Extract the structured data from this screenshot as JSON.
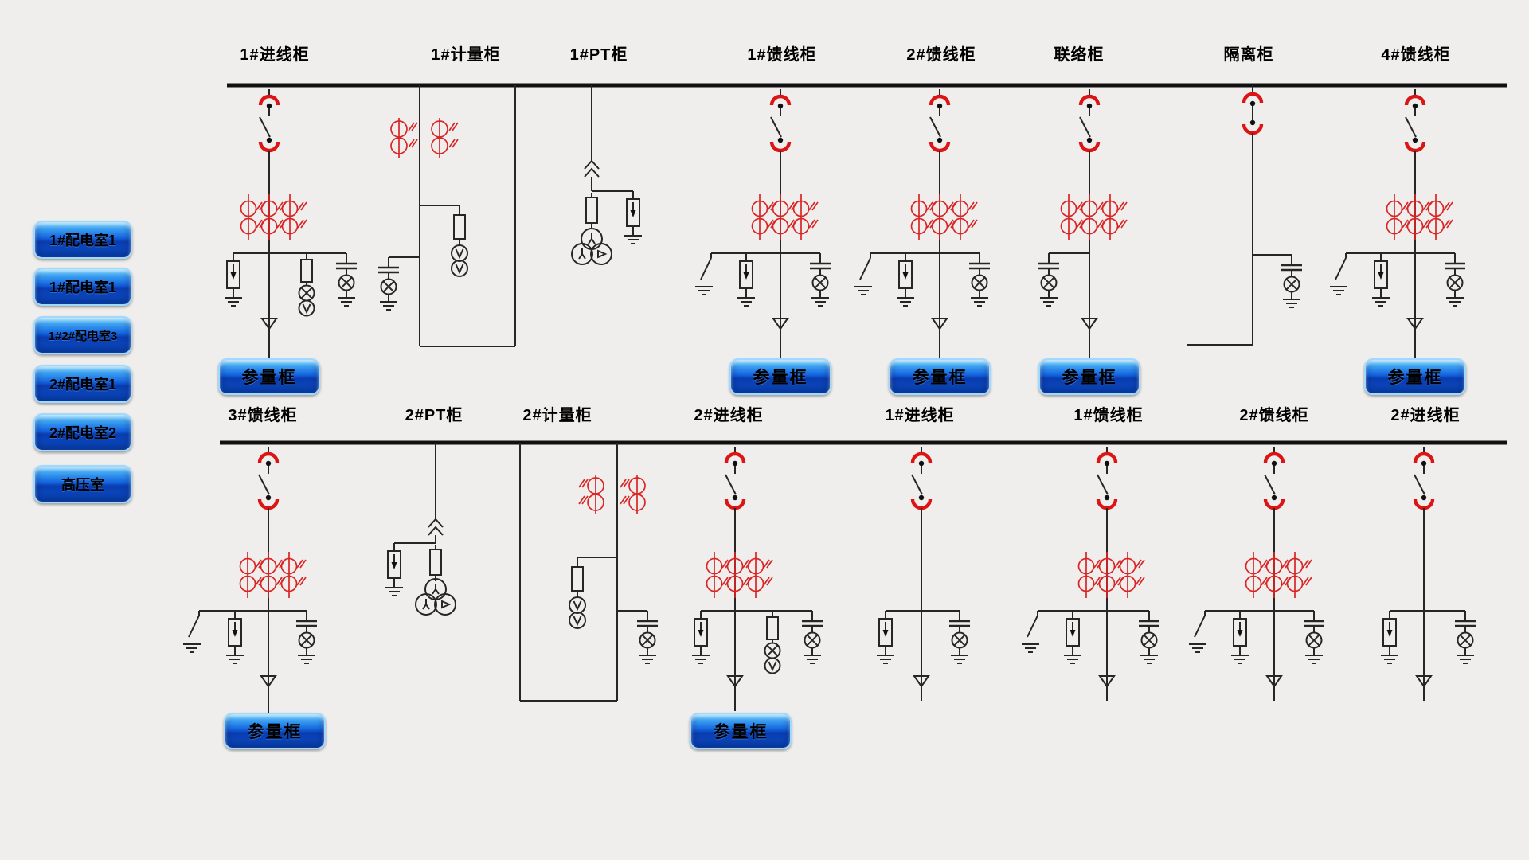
{
  "app": {
    "background": "#efeeec"
  },
  "sidebar": {
    "buttons": [
      {
        "label": "1#配电室1"
      },
      {
        "label": "1#配电室1"
      },
      {
        "label": "1#2#配电室3"
      },
      {
        "label": "2#配电室1"
      },
      {
        "label": "2#配电室2"
      },
      {
        "label": "高压室"
      }
    ]
  },
  "diagram": {
    "param_button_label": "参量框",
    "top_row": {
      "cabinet_labels": [
        "1#进线柜",
        "1#计量柜",
        "1#PT柜",
        "1#馈线柜",
        "2#馈线柜",
        "联络柜",
        "隔离柜",
        "4#馈线柜"
      ]
    },
    "bottom_row": {
      "cabinet_labels": [
        "3#馈线柜",
        "2#PT柜",
        "2#计量柜",
        "2#进线柜",
        "1#进线柜",
        "1#馈线柜",
        "2#馈线柜",
        "2#进线柜"
      ]
    },
    "colors": {
      "bus": "#101010",
      "line": "#262626",
      "symbol_red": "#d92525",
      "breaker_arc_red": "#dd1414",
      "button_blue": "#1566e0",
      "background": "#efeeec"
    }
  }
}
